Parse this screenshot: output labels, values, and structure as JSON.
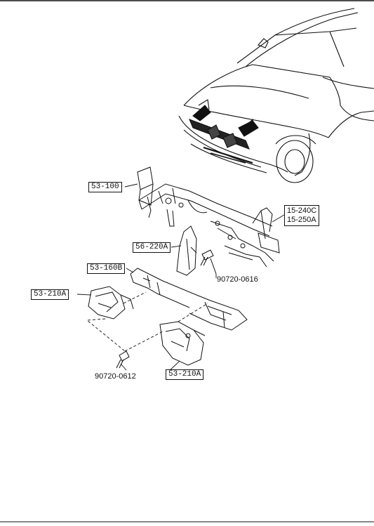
{
  "diagram": {
    "callouts": {
      "radiator_frame": "53-100",
      "bracket_right_upper": "15-240C",
      "bracket_right_lower": "15-250A",
      "reinforcement": "56-220A",
      "bolt_upper": "90720-0616",
      "crossmember": "53-160B",
      "bracket_left_upper": "53-210A",
      "bolt_lower": "90720-0612",
      "bracket_left_lower": "53-210A"
    },
    "colors": {
      "ink": "#111111",
      "paper": "#ffffff"
    }
  }
}
